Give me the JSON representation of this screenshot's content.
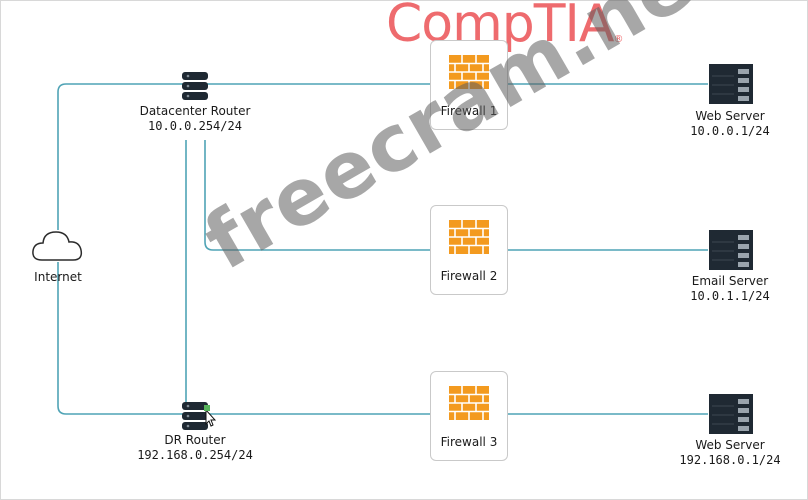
{
  "brand": {
    "name": "CompTIA",
    "mark": "®"
  },
  "watermark": "freecram.net",
  "nodes": {
    "internet": {
      "label": "Internet"
    },
    "datacenter_router": {
      "name": "Datacenter Router",
      "ip": "10.0.0.254/24"
    },
    "dr_router": {
      "name": "DR Router",
      "ip": "192.168.0.254/24"
    },
    "firewall1": {
      "label": "Firewall 1"
    },
    "firewall2": {
      "label": "Firewall 2"
    },
    "firewall3": {
      "label": "Firewall 3"
    },
    "web_server_1": {
      "name": "Web Server",
      "ip": "10.0.0.1/24"
    },
    "email_server": {
      "name": "Email Server",
      "ip": "10.0.1.1/24"
    },
    "web_server_2": {
      "name": "Web Server",
      "ip": "192.168.0.1/24"
    }
  },
  "colors": {
    "link": "#4fa3b5",
    "brand": "#ee6b6e",
    "firewall": "#f39a1f",
    "server": "#1f2933"
  }
}
